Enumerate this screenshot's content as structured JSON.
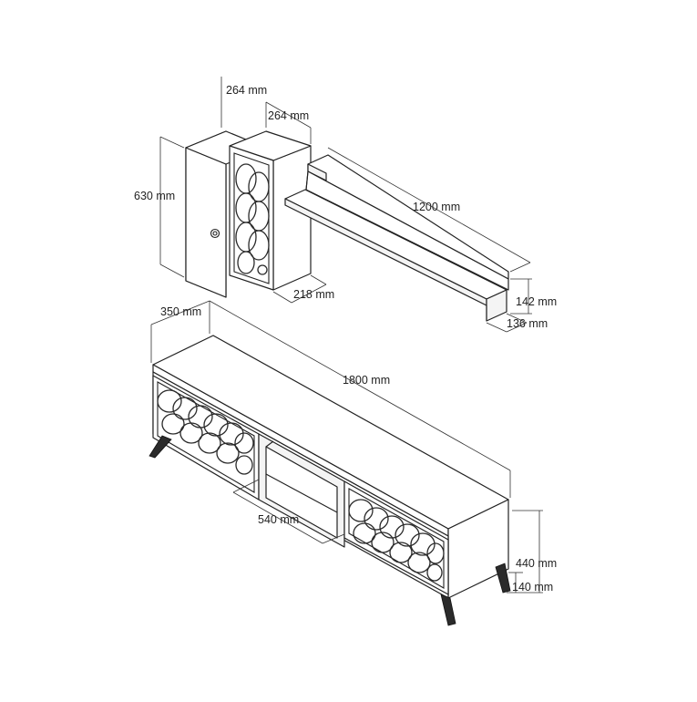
{
  "dimensions": {
    "cab_top_depth": "264 mm",
    "cab_depth_right": "264 mm",
    "cab_height": "630 mm",
    "cab_width": "218 mm",
    "shelf_length": "1200 mm",
    "shelf_height": "142 mm",
    "shelf_depth": "136 mm",
    "tv_depth": "350 mm",
    "tv_length": "1800 mm",
    "tv_compartment": "540 mm",
    "tv_height": "440 mm",
    "tv_leg_height": "140 mm"
  },
  "colors": {
    "line": "#222222",
    "background": "#ffffff"
  }
}
